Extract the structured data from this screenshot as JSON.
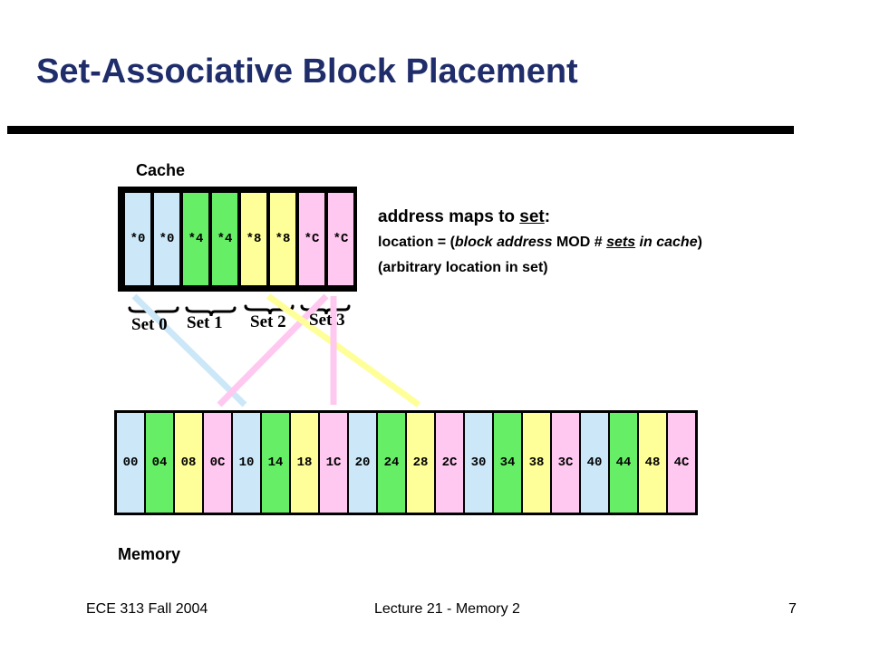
{
  "title": "Set-Associative Block Placement",
  "cache": {
    "label": "Cache",
    "blocks": [
      {
        "text": "*0",
        "color": "#cce8f8"
      },
      {
        "text": "*0",
        "color": "#cce8f8"
      },
      {
        "text": "*4",
        "color": "#66ee66"
      },
      {
        "text": "*4",
        "color": "#66ee66"
      },
      {
        "text": "*8",
        "color": "#ffff99"
      },
      {
        "text": "*8",
        "color": "#ffff99"
      },
      {
        "text": "*C",
        "color": "#ffc8f0"
      },
      {
        "text": "*C",
        "color": "#ffc8f0"
      }
    ],
    "sets": [
      "Set 0",
      "Set 1",
      "Set 2",
      "Set 3"
    ]
  },
  "note": {
    "line1_prefix": "address maps to ",
    "line1_set": "set",
    "line1_suffix": ":",
    "line2_a": "location = (",
    "line2_b": "block address",
    "line2_c": " MOD # ",
    "line2_d": "sets",
    "line2_e": " in cache",
    "line2_f": ")",
    "line3": "(arbitrary location in set)"
  },
  "memory": {
    "label": "Memory",
    "blocks": [
      {
        "text": "00",
        "color": "#cce8f8"
      },
      {
        "text": "04",
        "color": "#66ee66"
      },
      {
        "text": "08",
        "color": "#ffff99"
      },
      {
        "text": "0C",
        "color": "#ffc8f0"
      },
      {
        "text": "10",
        "color": "#cce8f8"
      },
      {
        "text": "14",
        "color": "#66ee66"
      },
      {
        "text": "18",
        "color": "#ffff99"
      },
      {
        "text": "1C",
        "color": "#ffc8f0"
      },
      {
        "text": "20",
        "color": "#cce8f8"
      },
      {
        "text": "24",
        "color": "#66ee66"
      },
      {
        "text": "28",
        "color": "#ffff99"
      },
      {
        "text": "2C",
        "color": "#ffc8f0"
      },
      {
        "text": "30",
        "color": "#cce8f8"
      },
      {
        "text": "34",
        "color": "#66ee66"
      },
      {
        "text": "38",
        "color": "#ffff99"
      },
      {
        "text": "3C",
        "color": "#ffc8f0"
      },
      {
        "text": "40",
        "color": "#cce8f8"
      },
      {
        "text": "44",
        "color": "#66ee66"
      },
      {
        "text": "48",
        "color": "#ffff99"
      },
      {
        "text": "4C",
        "color": "#ffc8f0"
      }
    ]
  },
  "footer": {
    "course": "ECE 313 Fall 2004",
    "lecture": "Lecture 21 - Memory 2",
    "page": "7"
  },
  "colors": {
    "title": "#1f2d6b",
    "arrow_blue": "#cce8f8",
    "arrow_pink": "#ffc8f0",
    "arrow_yellow": "#ffff99"
  }
}
